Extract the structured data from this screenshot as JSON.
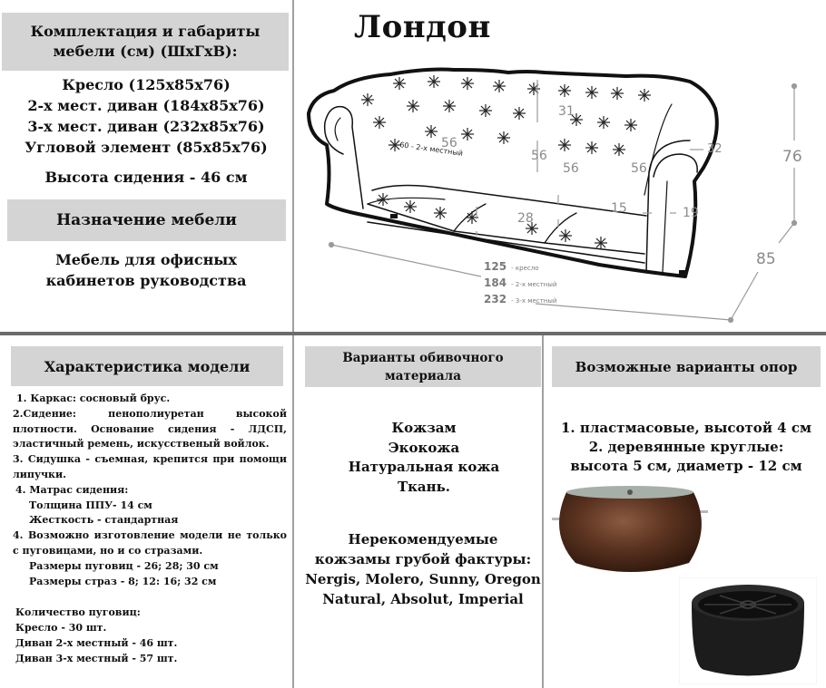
{
  "title": "Лондон",
  "dimensions": {
    "header": "Комплектация и габариты мебели (см) (ШхГхВ):",
    "items": [
      "Кресло (125x85x76)",
      "2-х мест. диван (184x85x76)",
      "3-х мест. диван (232x85x76)",
      "Угловой элемент (85x85x76)"
    ],
    "seat_height": "Высота сидения - 46 см"
  },
  "purpose": {
    "header": "Назначение мебели",
    "lines": [
      "Мебель для офисных",
      "кабинетов руководства"
    ]
  },
  "diagram": {
    "labels": {
      "back_height": "31",
      "cushion_1": "56",
      "cushion_2": "56",
      "cushion_3": "56",
      "cushion_4": "56",
      "cushion_note": "60 - 2-х местный",
      "arm_width": "32",
      "front_height": "28",
      "seat_thickness": "15",
      "arm_height": "19",
      "total_height": "76",
      "depth": "85"
    },
    "widths": [
      {
        "value": "125",
        "note": "- кресло"
      },
      {
        "value": "184",
        "note": "- 2-х местный"
      },
      {
        "value": "232",
        "note": "- 3-х местный"
      }
    ]
  },
  "characteristics": {
    "header": "Характеристика модели",
    "lines": [
      {
        "text": "1.  Каркас: сосновый брус.",
        "style": "first"
      },
      {
        "text": "2.Сидение: пенополиуретан высокой плотности. Основание сидения - ЛДСП, эластичный ремень, искусственый войлок.",
        "style": "just"
      },
      {
        "text": "3. Сидушка - съемная, крепится при помощи липучки.",
        "style": "just"
      },
      {
        "text": "4. Матрас сидения:",
        "style": "first"
      },
      {
        "text": "Толщина ППУ- 14 см",
        "style": "ind"
      },
      {
        "text": "Жесткость - стандартная",
        "style": "ind"
      },
      {
        "text": "4. Возможно изготовление модели не только с пуговицами, но и со стразами.",
        "style": "just"
      },
      {
        "text": "Размеры пуговиц - 26; 28; 30 см",
        "style": "ind"
      },
      {
        "text": "Размеры страз - 8; 12: 16; 32 см",
        "style": "ind"
      }
    ],
    "buttons_count": {
      "header": "Количество пуговиц:",
      "items": [
        "Кресло - 30 шт.",
        "Диван 2-х местный - 46 шт.",
        "Диван 3-х местный - 57 шт."
      ]
    }
  },
  "materials": {
    "header": "Варианты обивочного материала",
    "options": [
      "Кожзам",
      "Экокожа",
      "Натуральная кожа",
      "Ткань."
    ],
    "not_recommended": {
      "header_lines": [
        "Нерекомендуемые",
        "кожзамы грубой фактуры:"
      ],
      "lines": [
        "Nergis, Molero, Sunny, Oregon",
        "Natural, Absolut, Imperial"
      ]
    }
  },
  "legs": {
    "header": "Возможные варианты опор",
    "lines": [
      "1. пластмасовые, высотой 4 см",
      "2. деревянные круглые:",
      "высота 5 см, диаметр - 12 см"
    ]
  },
  "colors": {
    "header_bg": "#d4d4d4",
    "divider": "#6b6b6b",
    "dim_text": "#8a8a8a",
    "wood": "#5a3320",
    "plastic": "#1c1c1c"
  }
}
